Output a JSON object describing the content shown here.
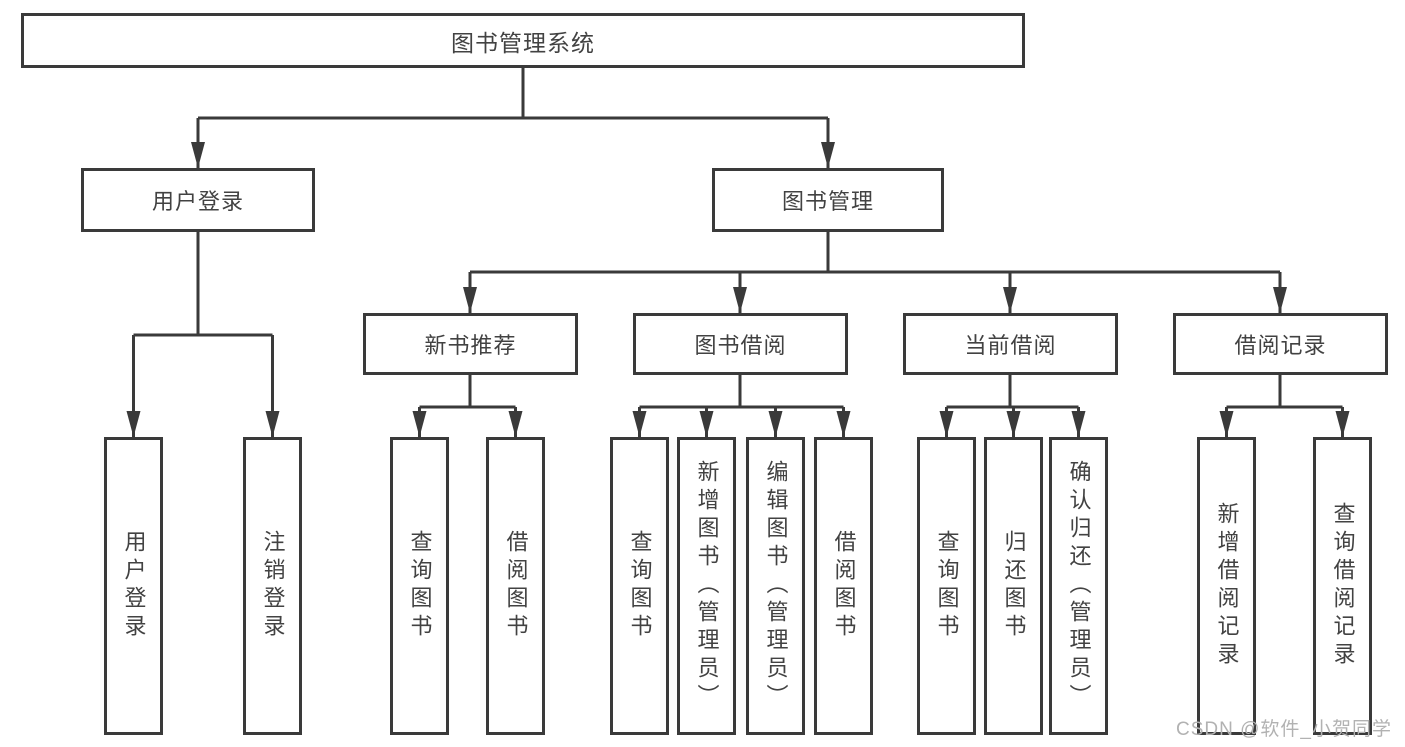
{
  "root": {
    "label": "图书管理系统"
  },
  "user_login": {
    "label": "用户登录",
    "children": [
      {
        "label": "用户登录"
      },
      {
        "label": "注销登录"
      }
    ]
  },
  "book_mgmt": {
    "label": "图书管理",
    "sections": [
      {
        "label": "新书推荐",
        "children": [
          {
            "label": "查询图书"
          },
          {
            "label": "借阅图书"
          }
        ]
      },
      {
        "label": "图书借阅",
        "children": [
          {
            "label": "查询图书"
          },
          {
            "label": "新增图书（管理员）"
          },
          {
            "label": "编辑图书（管理员）"
          },
          {
            "label": "借阅图书"
          }
        ]
      },
      {
        "label": "当前借阅",
        "children": [
          {
            "label": "查询图书"
          },
          {
            "label": "归还图书"
          },
          {
            "label": "确认归还（管理员）"
          }
        ]
      },
      {
        "label": "借阅记录",
        "children": [
          {
            "label": "新增借阅记录"
          },
          {
            "label": "查询借阅记录"
          }
        ]
      }
    ]
  },
  "watermark": {
    "text": "CSDN @软件_小贺同学"
  },
  "colors": {
    "line": "#3a3a3a",
    "text": "#424242",
    "box_bg": "#ffffff",
    "watermark": "#b2b2b2"
  }
}
